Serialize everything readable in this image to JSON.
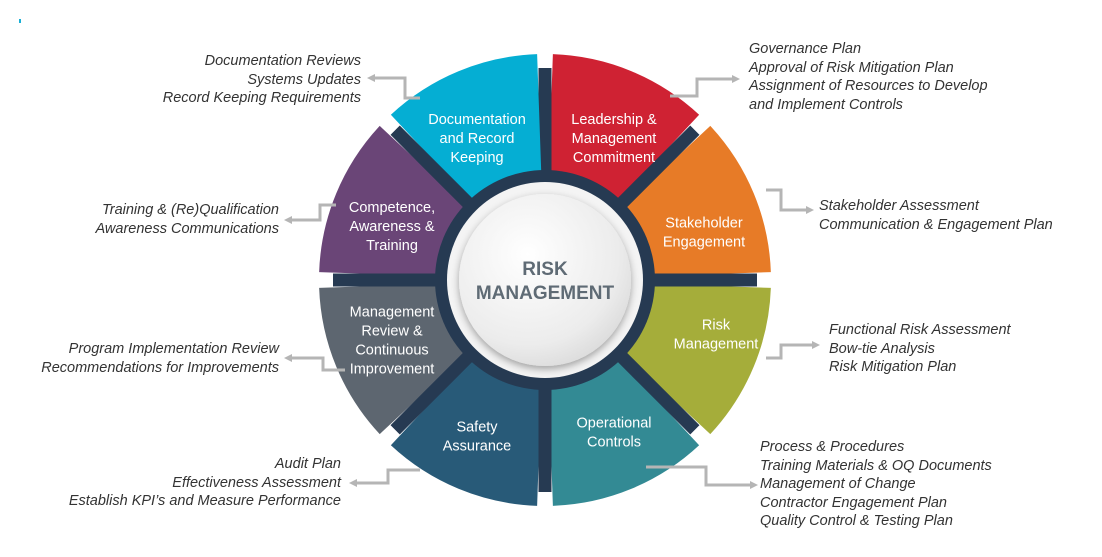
{
  "center": {
    "line1": "RISK",
    "line2": "MANAGEMENT"
  },
  "colors": {
    "ring": "#263a52",
    "connector": "#b5b5b5",
    "note_text": "#333333",
    "center_text": "#5f6b75"
  },
  "segments": [
    {
      "id": "leadership",
      "lines": [
        "Leadership &",
        "Management",
        "Commitment"
      ],
      "color": "#cf2233",
      "notes": [
        "Governance Plan",
        "Approval of Risk Mitigation Plan",
        "Assignment of Resources to Develop",
        "and Implement Controls"
      ]
    },
    {
      "id": "stakeholder",
      "lines": [
        "Stakeholder",
        "Engagement"
      ],
      "color": "#e77b27",
      "notes": [
        "Stakeholder Assessment",
        "Communication & Engagement Plan"
      ]
    },
    {
      "id": "risk-management",
      "lines": [
        "Risk",
        "Management"
      ],
      "color": "#a5ad3a",
      "notes": [
        "Functional Risk Assessment",
        "Bow-tie Analysis",
        "Risk Mitigation Plan"
      ]
    },
    {
      "id": "operational",
      "lines": [
        "Operational",
        "Controls"
      ],
      "color": "#338a94",
      "notes": [
        "Process & Procedures",
        "Training Materials & OQ Documents",
        "Management of Change",
        "Contractor Engagement Plan",
        "Quality Control & Testing Plan"
      ]
    },
    {
      "id": "safety",
      "lines": [
        "Safety",
        "Assurance"
      ],
      "color": "#285a78",
      "notes": [
        "Audit Plan",
        "Effectiveness Assessment",
        "Establish KPI’s and Measure Performance"
      ]
    },
    {
      "id": "management-review",
      "lines": [
        "Management",
        "Review &",
        "Continuous",
        "Improvement"
      ],
      "color": "#5d6670",
      "notes": [
        "Program Implementation Review",
        "Recommendations for Improvements"
      ]
    },
    {
      "id": "competence",
      "lines": [
        "Competence,",
        "Awareness &",
        "Training"
      ],
      "color": "#6a4577",
      "notes": [
        "Training & (Re)Qualification",
        "Awareness Communications"
      ]
    },
    {
      "id": "documentation",
      "lines": [
        "Documentation",
        "and Record",
        "Keeping"
      ],
      "color": "#05aed3",
      "notes": [
        "Documentation Reviews",
        "Systems Updates",
        "Record Keeping Requirements"
      ]
    }
  ]
}
